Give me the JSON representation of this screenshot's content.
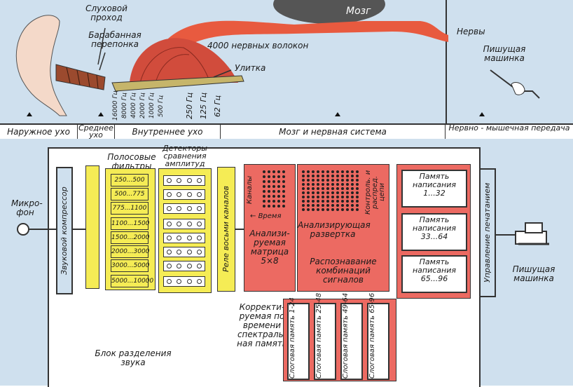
{
  "colors": {
    "panel_blue": "#cfe0ee",
    "yellow": "#f5ec55",
    "red": "#ec6a62",
    "nerve": "#e85a3f",
    "cochlea": "#d14c3c"
  },
  "top": {
    "ear_canal": "Слуховой проход",
    "eardrum": "Барабанная перепонка",
    "brain": "Мозг",
    "nerve_fibers": "4000 нервных волокон",
    "cochlea": "Улитка",
    "nerves": "Нервы",
    "typewriter": "Пишущая машинка",
    "freqs": [
      "16000 Гц",
      "8000 Гц",
      "4000 Гц",
      "2000 Гц",
      "1000 Гц",
      "500 Гц",
      "250 Гц",
      "125 Гц",
      "62 Гц"
    ]
  },
  "band": {
    "outer_ear": "Наружное ухо",
    "middle_ear": "Среднее ухо",
    "inner_ear": "Внутреннее ухо",
    "brain_system": "Мозг и нервная система",
    "neuromuscular": "Нервно - мышечная передача"
  },
  "bottom": {
    "microphone": "Микро- фон",
    "compressor": "Звуковой компрессор",
    "filters_title": "Полосовые фильтры",
    "detectors_title": "Детекторы сравнения амплитуд",
    "filters": [
      "250...500",
      "500...775",
      "775...1100",
      "1100...1500",
      "1500...2000",
      "2000...3000",
      "3000...5000",
      "5000...10000"
    ],
    "relay": "Реле восьми каналов",
    "channels": "Каналы",
    "time": "Время",
    "matrix": "Анализи- руемая матрица 5×8",
    "scan": "Анализирующая развертка",
    "control": "Контроль. и распред. цепи",
    "recognition": "Распознавание комбинаций сигналов",
    "memory": [
      "Память написания 1...32",
      "Память написания 33...64",
      "Память написания 65...96"
    ],
    "print_control": "Управление печатанием",
    "typewriter": "Пишущая машинка",
    "spectral": "Корректи- руемая по времени спектраль- ная память",
    "syllable": [
      "Слоговая память 1-24",
      "Слоговая память 25-48",
      "Слоговая память 49-64",
      "Слоговая память 65-96"
    ],
    "separation": "Блок разделения звука"
  }
}
